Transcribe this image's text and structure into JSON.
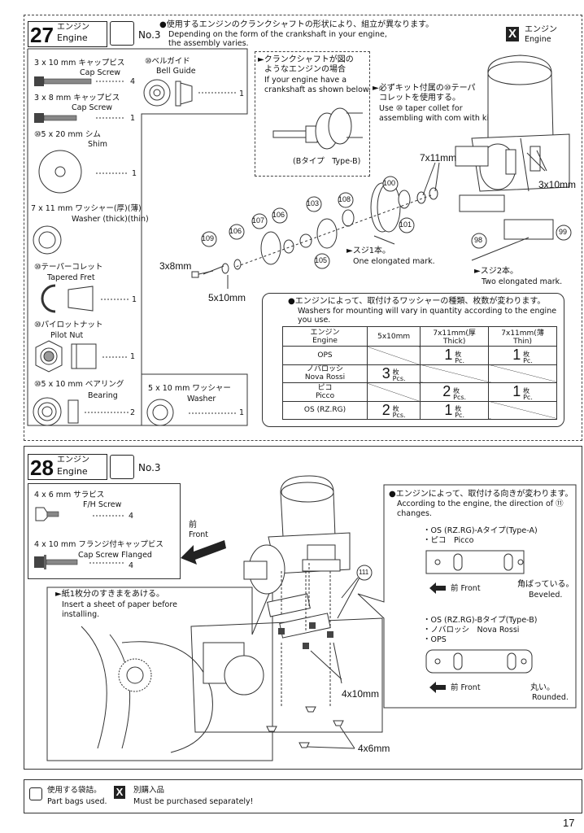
{
  "step27": {
    "number": "27",
    "title_jp": "エンジン",
    "title_en": "Engine",
    "bag": "No.3",
    "note_jp": "●使用するエンジンのクランクシャフトの形状により、組立が異なります。",
    "note_en1": "Depending on the form of the crankshaft in your engine,",
    "note_en2": "the assembly varies.",
    "x_jp": "エンジン",
    "x_en": "Engine",
    "x_mark": "X",
    "parts": {
      "cap1_jp": "3 x 10 mm キャップビス",
      "cap1_en": "Cap Screw",
      "cap1_qty": "4",
      "cap2_jp": "3 x 8 mm キャップビス",
      "cap2_en": "Cap Screw",
      "cap2_qty": "1",
      "shim_jp": "⑩5 x 20 mm シム",
      "shim_en": "Shim",
      "shim_qty": "1",
      "washer_jp": "7 x 11 mm ワッシャー(厚)(薄)",
      "washer_en": "Washer (thick)(thin)",
      "collet_jp": "⑩テーパーコレット",
      "collet_en": "Tapered Fret",
      "collet_qty": "1",
      "nut_jp": "⑩パイロットナット",
      "nut_en": "Pilot Nut",
      "nut_qty": "1",
      "bearing_jp": "⑩5 x 10 mm ベアリング",
      "bearing_en": "Bearing",
      "bearing_qty": "2",
      "bell_jp": "⑩ベルガイド",
      "bell_en": "Bell Guide",
      "bell_qty": "1",
      "washer2_jp": "5 x 10 mm ワッシャー",
      "washer2_en": "Washer",
      "washer2_qty": "1"
    },
    "crank_note_jp1": "►クランクシャフトが図の",
    "crank_note_jp2": "ようなエンジンの場合",
    "crank_note_en1": "If your engine have a",
    "crank_note_en2": "crankshaft as shown below.",
    "type_b": "(Bタイプ　Type-B)",
    "taper_jp1": "►必ずキット付属の⑩テーパ",
    "taper_jp2": "コレットを使用する。",
    "taper_en1": "Use ⑩ taper collet for",
    "taper_en2": "assembling with com with kit.",
    "dim_7x11": "7x11mm",
    "dim_3x10": "3x10mm",
    "dim_3x8": "3x8mm",
    "dim_5x10": "5x10mm",
    "one_mark_jp": "►スジ1本。",
    "one_mark_en": "One elongated mark.",
    "two_mark_jp": "►スジ2本。",
    "two_mark_en": "Two elongated mark.",
    "callouts": [
      "109",
      "106",
      "107",
      "106",
      "103",
      "108",
      "100",
      "101",
      "105",
      "98",
      "99"
    ],
    "washer_table": {
      "note_jp": "●エンジンによって、取付けるワッシャーの種類、枚数が変わります。",
      "note_en1": "Washers for mounting will vary in quantity according to the engine",
      "note_en2": "you use.",
      "headers": [
        "エンジン Engine",
        "5x10mm",
        "7x11mm(厚 Thick)",
        "7x11mm(薄 Thin)"
      ],
      "header_jp": "エンジン",
      "header_en": "Engine",
      "unit_jp": "枚",
      "unit_en_pc": "Pc.",
      "unit_en_pcs": "Pcs.",
      "rows": [
        {
          "name_jp": "",
          "name_en": "OPS",
          "c1": "",
          "c2": "1",
          "c3": "1"
        },
        {
          "name_jp": "ノバロッシ",
          "name_en": "Nova Rossi",
          "c1": "3",
          "c2": "",
          "c3": ""
        },
        {
          "name_jp": "ピコ",
          "name_en": "Picco",
          "c1": "",
          "c2": "2",
          "c3": "1"
        },
        {
          "name_jp": "",
          "name_en": "OS (RZ.RG)",
          "c1": "2",
          "c2": "1",
          "c3": ""
        }
      ]
    }
  },
  "step28": {
    "number": "28",
    "title_jp": "エンジン",
    "title_en": "Engine",
    "bag": "No.3",
    "screw1_jp": "4 x 6 mm サラビス",
    "screw1_en": "F/H Screw",
    "screw1_qty": "4",
    "screw2_jp": "4 x 10 mm フランジ付キャップビス",
    "screw2_en": "Cap Screw Flanged",
    "screw2_qty": "4",
    "front_jp": "前",
    "front_en": "Front",
    "paper_jp": "►紙1枚分のすきまをあける。",
    "paper_en1": "Insert a sheet of paper before",
    "paper_en2": "installing.",
    "callout": "111",
    "dim_4x10": "4x10mm",
    "dim_4x6": "4x6mm",
    "dir_note_jp": "●エンジンによって、取付ける向きが変わります。",
    "dir_note_en1": "According to the engine, the direction of ⑪",
    "dir_note_en2": "changes.",
    "typeA_1": "・OS (RZ.RG)-Aタイプ(Type-A)",
    "typeA_2": "・ピコ　Picco",
    "beveled_jp": "角ばっている。",
    "beveled_en": "Beveled.",
    "front_label": "前 Front",
    "typeB_1": "・OS (RZ.RG)-Bタイプ(Type-B)",
    "typeB_2": "・ノバロッシ　Nova Rossi",
    "typeB_3": "・OPS",
    "rounded_jp": "丸い。",
    "rounded_en": "Rounded."
  },
  "legend": {
    "bag_jp": "使用する袋詰。",
    "bag_en": "Part bags used.",
    "x_jp": "別購入品",
    "x_en": "Must be purchased separately!",
    "x_mark": "X"
  },
  "page_number": "17"
}
